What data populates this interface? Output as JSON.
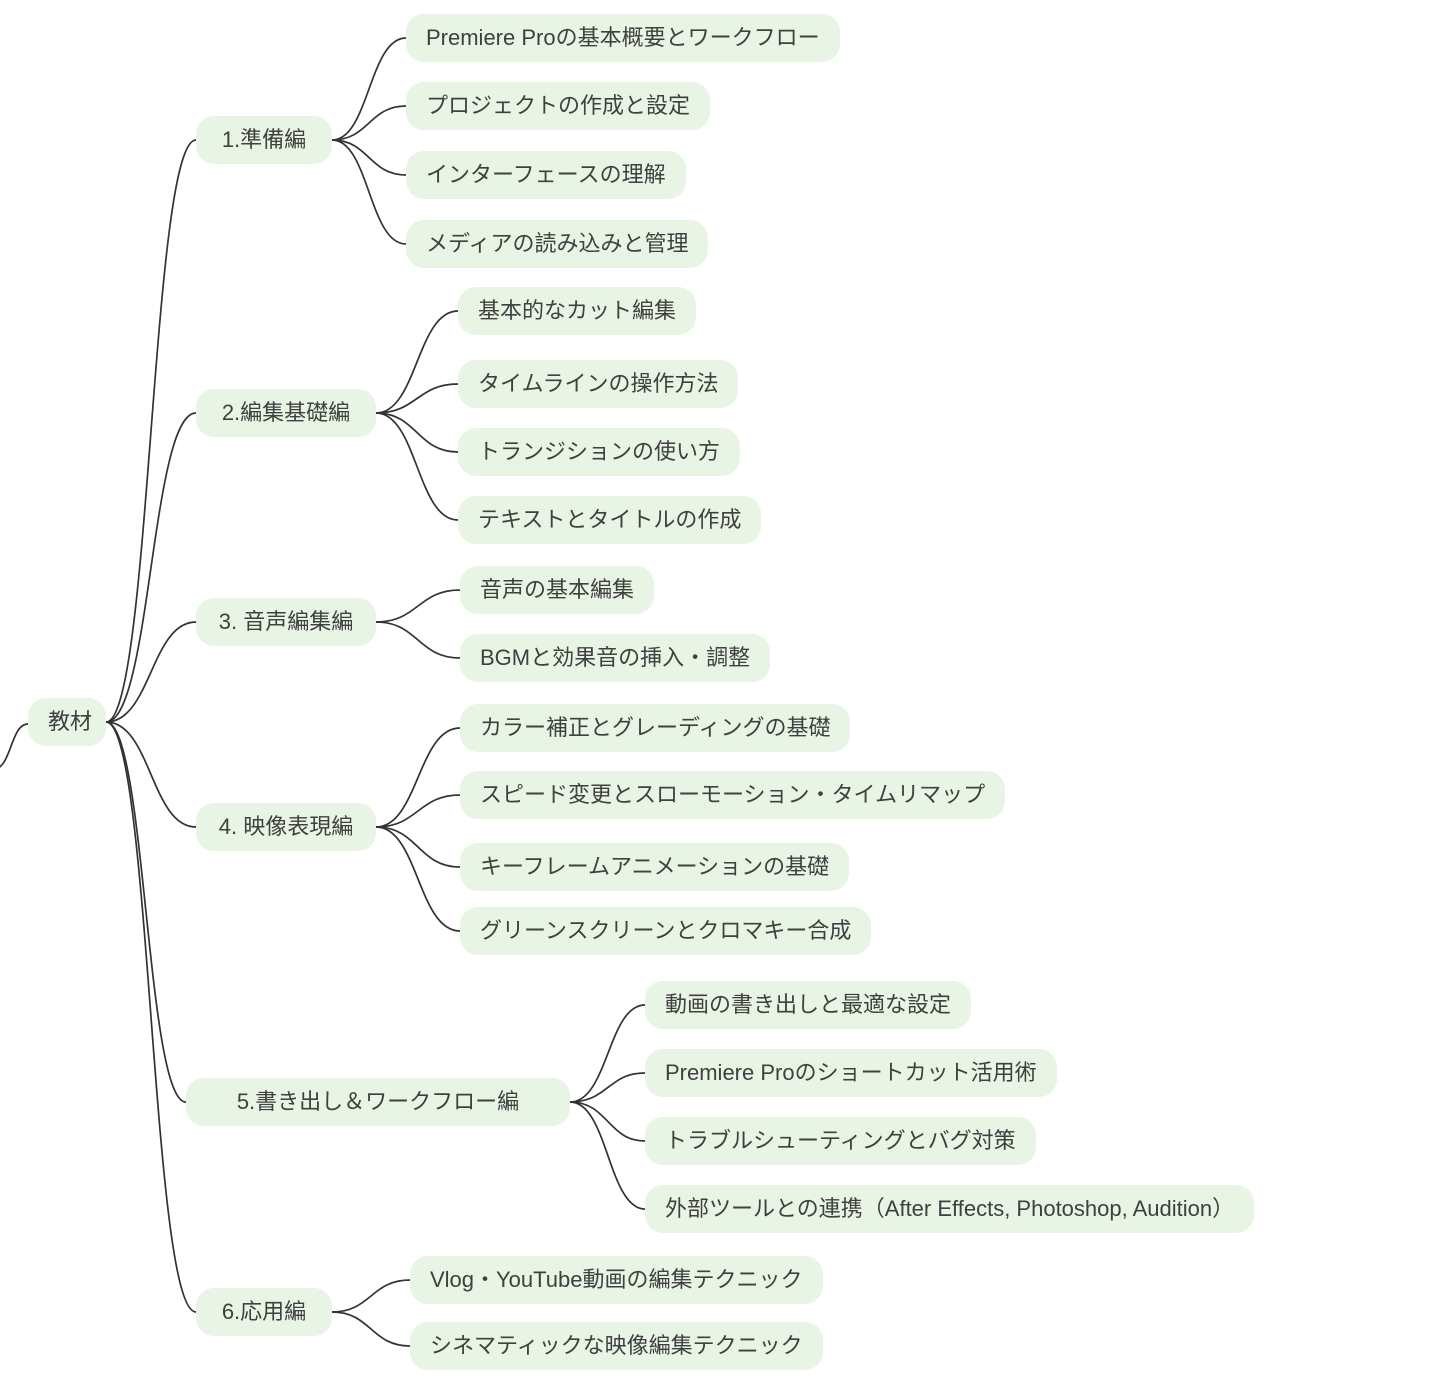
{
  "diagram": {
    "type": "mindmap",
    "root": {
      "label": "教材"
    },
    "branches": [
      {
        "label": "1.準備編",
        "children": [
          "Premiere Proの基本概要とワークフロー",
          "プロジェクトの作成と設定",
          "インターフェースの理解",
          "メディアの読み込みと管理"
        ]
      },
      {
        "label": "2.編集基礎編",
        "children": [
          "基本的なカット編集",
          "タイムラインの操作方法",
          "トランジションの使い方",
          "テキストとタイトルの作成"
        ]
      },
      {
        "label": "3. 音声編集編",
        "children": [
          "音声の基本編集",
          "BGMと効果音の挿入・調整"
        ]
      },
      {
        "label": "4. 映像表現編",
        "children": [
          "カラー補正とグレーディングの基礎",
          "スピード変更とスローモーション・タイムリマップ",
          "キーフレームアニメーションの基礎",
          "グリーンスクリーンとクロマキー合成"
        ]
      },
      {
        "label": "5.書き出し＆ワークフロー編",
        "children": [
          "動画の書き出しと最適な設定",
          "Premiere Proのショートカット活用術",
          "トラブルシューティングとバグ対策",
          "外部ツールとの連携（After Effects, Photoshop, Audition）"
        ]
      },
      {
        "label": "6.応用編",
        "children": [
          "Vlog・YouTube動画の編集テクニック",
          "シネマティックな映像編集テクニック"
        ]
      }
    ],
    "colors": {
      "node_bg": "#e8f4e4",
      "text": "#404040",
      "line": "#333333",
      "background": "#ffffff"
    }
  }
}
